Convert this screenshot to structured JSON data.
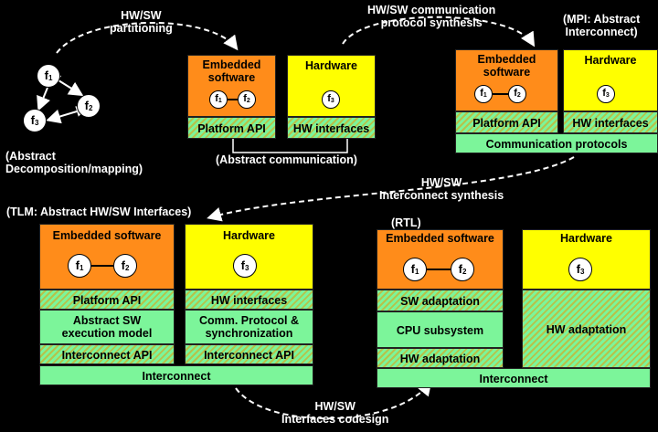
{
  "labels": {
    "partitioning": "HW/SW\npartitioning",
    "comm_synthesis": "HW/SW communication\nprotocol synthesis",
    "mpi": "(MPI: Abstract\nInterconnect)",
    "abstract_decomposition": "(Abstract\nDecomposition/mapping)",
    "abstract_communication": "(Abstract communication)",
    "interconnect_synthesis": "HW/SW\nInterconnect synthesis",
    "tlm": "(TLM: Abstract  HW/SW Interfaces)",
    "rtl": "(RTL)",
    "interfaces_codesign": "HW/SW\nInterfaces codesign"
  },
  "functions": {
    "f1": "f",
    "f2": "f",
    "f3": "f",
    "sub1": "1",
    "sub2": "2",
    "sub3": "3"
  },
  "stage1": {
    "sw_title": "Embedded\nsoftware",
    "hw_title": "Hardware",
    "platform_api": "Platform API",
    "hw_interfaces": "HW interfaces"
  },
  "stage2": {
    "sw_title": "Embedded\nsoftware",
    "hw_title": "Hardware",
    "platform_api": "Platform API",
    "hw_interfaces": "HW interfaces",
    "comm_protocols": "Communication protocols"
  },
  "stage3": {
    "sw_title": "Embedded software",
    "hw_title": "Hardware",
    "platform_api": "Platform API",
    "hw_interfaces": "HW interfaces",
    "abstract_sw": "Abstract SW\nexecution model",
    "comm_protocol": "Comm. Protocol &\nsynchronization",
    "interconnect_api_sw": "Interconnect API",
    "interconnect_api_hw": "Interconnect API",
    "interconnect": "Interconnect"
  },
  "stage4": {
    "sw_title": "Embedded software",
    "hw_title": "Hardware",
    "sw_adaptation": "SW adaptation",
    "cpu_subsystem": "CPU subsystem",
    "hw_adaptation_sw": "HW adaptation",
    "hw_adaptation": "HW adaptation",
    "interconnect": "Interconnect"
  },
  "colors": {
    "software": "#ff8c1a",
    "hardware": "#ffff00",
    "interface": "#7cf59a",
    "background": "#000000"
  }
}
